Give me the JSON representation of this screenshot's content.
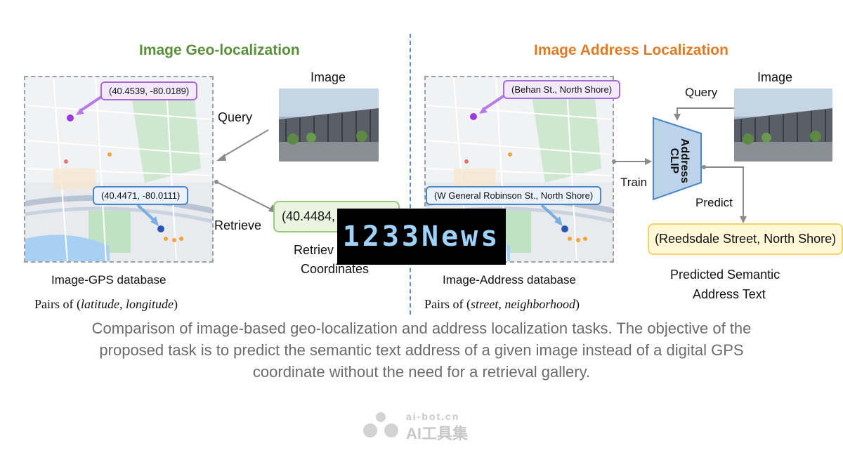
{
  "left": {
    "title": "Image Geo-localization",
    "query_label": "Query",
    "image_label": "Image",
    "retrieve_label": "Retrieve",
    "callout_top": "(40.4539, -80.0189)",
    "callout_bottom": "(40.4471, -80.0111)",
    "result_box": "(40.4484, -",
    "retrieved_line1": "Retriev",
    "retrieved_line2": "Coordinates",
    "db_label": "Image-GPS database",
    "pairs_prefix": "Pairs of (",
    "pairs_italic": "latitude, longitude",
    "pairs_suffix": ")"
  },
  "right": {
    "title": "Image Address Localization",
    "query_label": "Query",
    "image_label": "Image",
    "train_label": "Train",
    "predict_label": "Predict",
    "model_line1": "Address",
    "model_line2": "CLIP",
    "callout_top": "(Behan St., North Shore)",
    "callout_bottom": "(W General Robinson St., North Shore)",
    "result_box": "(Reedsdale Street, North Shore)",
    "predicted_line1": "Predicted Semantic",
    "predicted_line2": "Address Text",
    "db_label": "Image-Address database",
    "pairs_prefix": "Pairs of (",
    "pairs_italic": "street, neighborhood",
    "pairs_suffix": ")"
  },
  "caption": {
    "line1": "Comparison of image-based geo-localization and address localization tasks. The objective of the",
    "line2": "proposed task is to predict the semantic text address of a given image instead of a digital GPS",
    "line3": "coordinate without the need for a retrieval gallery."
  },
  "overlay": {
    "news_logo": "1233News"
  },
  "watermark": {
    "site": "ai-bot.cn",
    "name": "AI工具集"
  },
  "colors": {
    "left_title": "#5a8f3c",
    "right_title": "#e07b25",
    "divider": "#5b8fd0",
    "model_fill": "#bcd3ea"
  }
}
